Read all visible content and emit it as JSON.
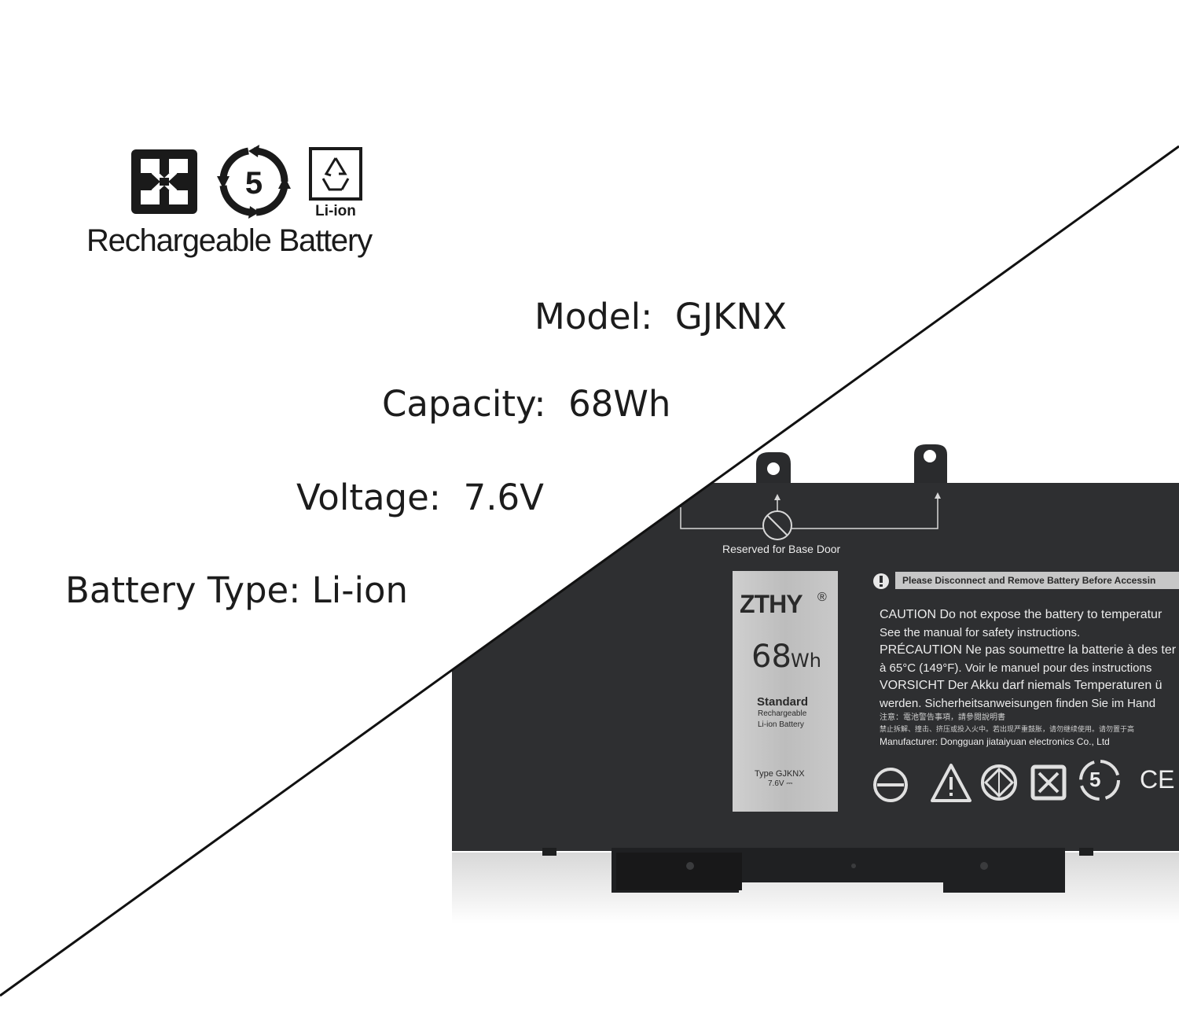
{
  "recycle_icons": {
    "left": "recycle-arrows-icon",
    "middle": "rotation-5-icon",
    "middle_number": "5",
    "right": "li-ion-recycle-icon",
    "right_label": "Li-ion"
  },
  "rechargeable_title": "Rechargeable Battery",
  "specs": {
    "model": "Model:  GJKNX",
    "capacity": "Capacity:  68Wh",
    "voltage": "Voltage:  7.6V",
    "type": "Battery Type: Li-ion"
  },
  "battery_label": {
    "reserved": "Reserved for Base Door",
    "brand": "ZTHY",
    "registered": "®",
    "capacity_num": "68",
    "capacity_unit": "Wh",
    "standard": "Standard",
    "rechargeable": "Rechargeable",
    "li_ion_battery": "Li-ion Battery",
    "type_line": "Type GJKNX",
    "voltage_line": "7.6V ⎓",
    "warning_banner": "Please Disconnect and Remove Battery Before Accessin",
    "caution_line1": "CAUTION  Do not expose the battery to  temperatur",
    "caution_line2": "See the manual for safety instructions.",
    "precaution_line1": "PRÉCAUTION   Ne pas soumettre la batterie à des ter",
    "precaution_line2": "à 65°C (149°F). Voir le manuel pour des instructions",
    "vorsicht_line1": "VORSICHT  Der Akku darf niemals Temperaturen ü",
    "vorsicht_line2": "werden. Sicherheitsanweisungen finden Sie im Hand",
    "chinese_line1": "注意：電池警告事項，請參閱說明書",
    "chinese_line2": "禁止拆解、撞击、挤压或投入火中。若出现严重鼓胀，请勿继续使用。请勿置于高",
    "manufacturer": "Manufacturer: Dongguan jiataiyuan electronics Co., Ltd",
    "ce_mark": "CE",
    "bottom_icon_5": "5"
  },
  "colors": {
    "battery_body": "#2e2f31",
    "label_panel": "#c8c8c8",
    "divider": "#111111"
  }
}
